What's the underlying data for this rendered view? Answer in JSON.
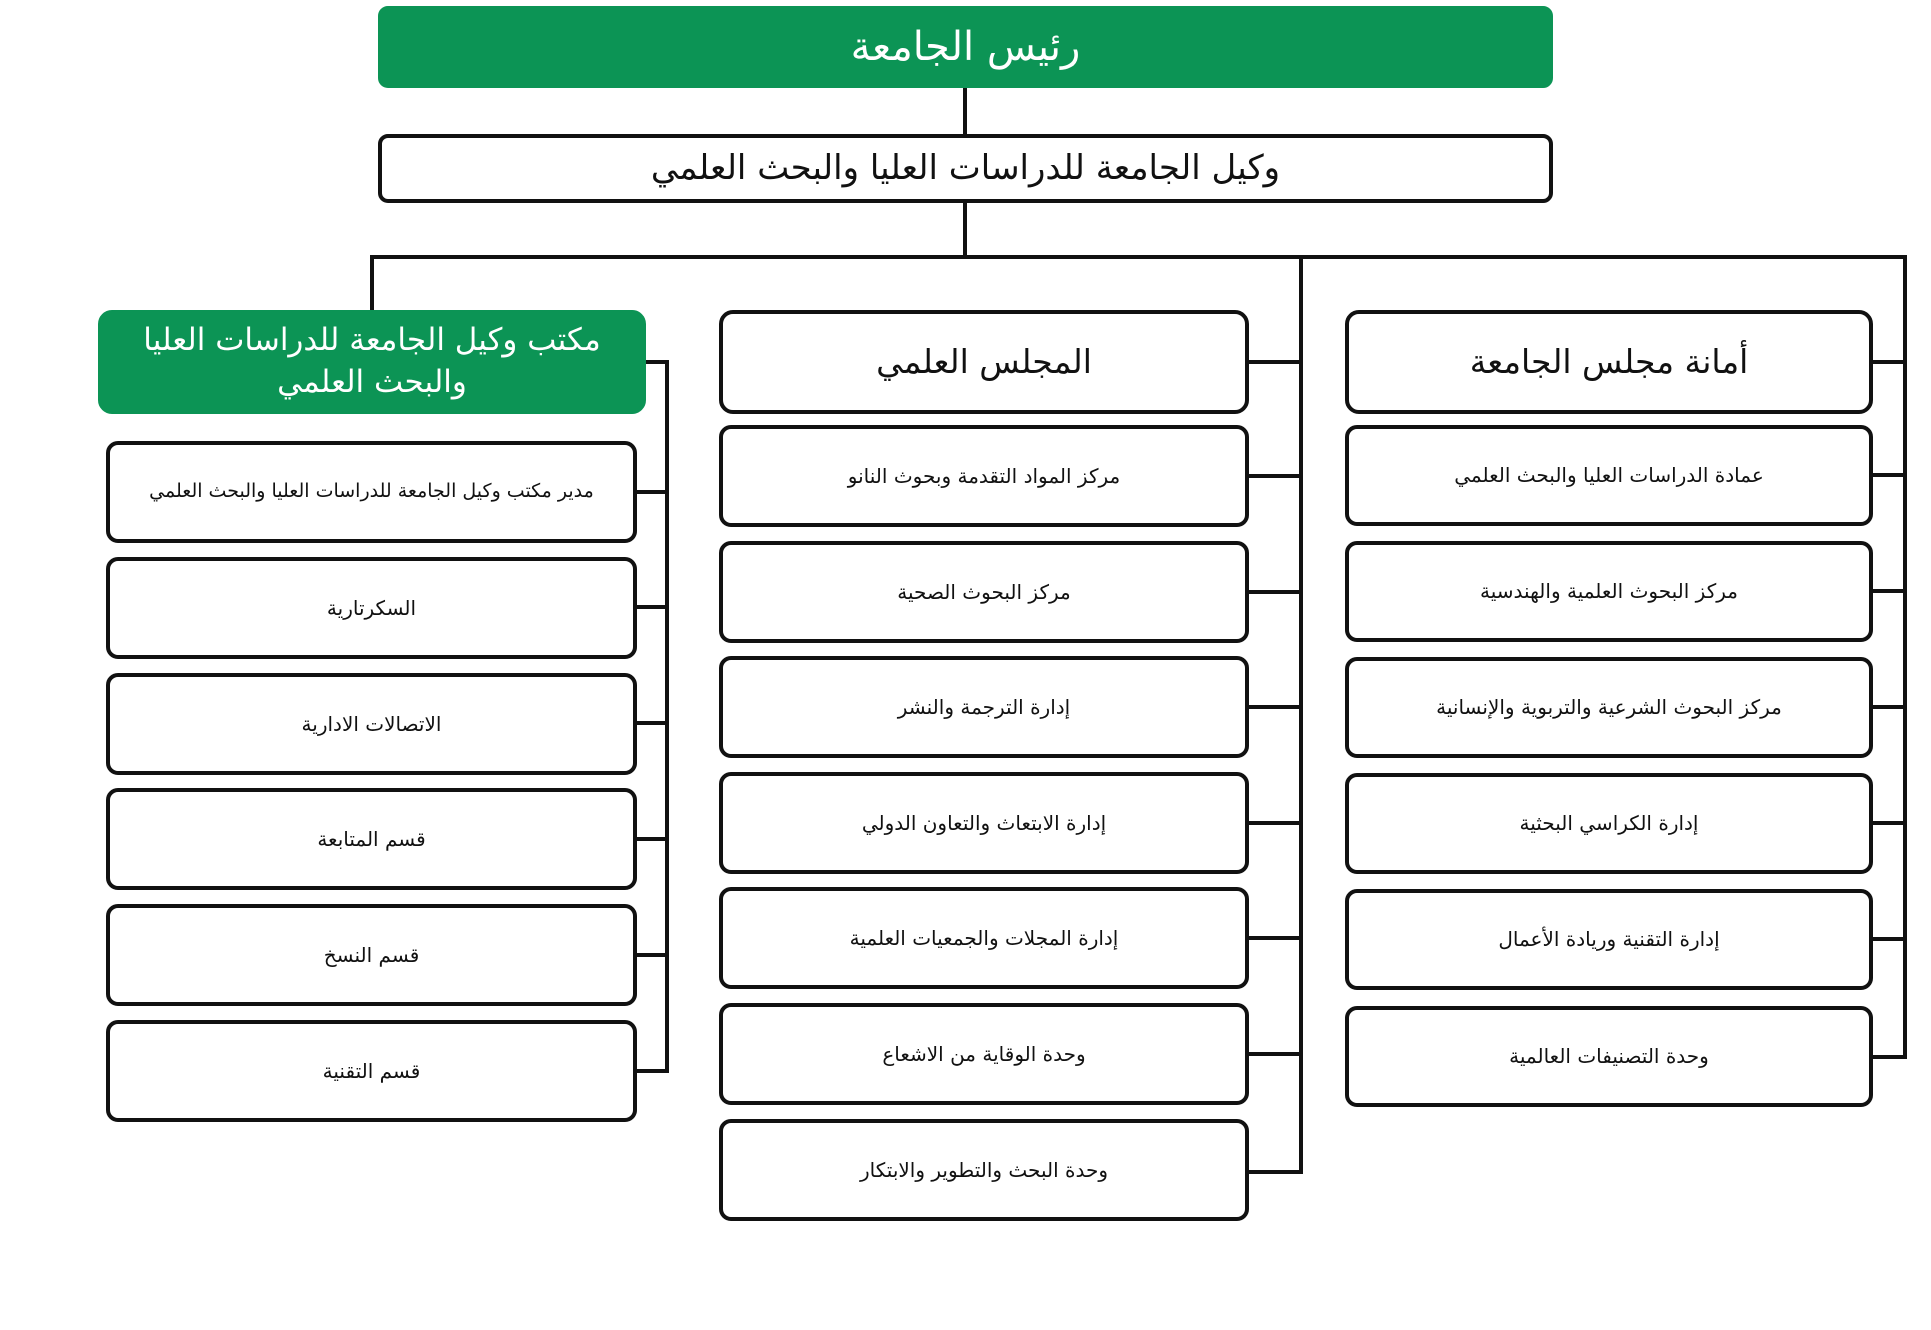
{
  "president": "رئيس الجامعة",
  "vice_president": "وكيل الجامعة للدراسات العليا والبحث العلمي",
  "columns": [
    {
      "title": "أمانة مجلس الجامعة",
      "items": [
        "عمادة الدراسات العليا والبحث العلمي",
        "مركز البحوث العلمية والهندسية",
        "مركز البحوث الشرعية والتربوية والإنسانية",
        "إدارة الكراسي البحثية",
        "إدارة التقنية وريادة الأعمال",
        "وحدة التصنيفات العالمية"
      ]
    },
    {
      "title": "المجلس العلمي",
      "items": [
        "مركز المواد التقدمة وبحوث النانو",
        "مركز البحوث الصحية",
        "إدارة الترجمة والنشر",
        "إدارة الابتعاث والتعاون الدولي",
        "إدارة المجلات والجمعيات العلمية",
        "وحدة الوقاية من الاشعاع",
        "وحدة البحث والتطوير والابتكار"
      ]
    },
    {
      "title": "مكتب وكيل الجامعة للدراسات العليا والبحث العلمي",
      "items": [
        "مدير مكتب وكيل الجامعة للدراسات العليا والبحث العلمي",
        "السكرتارية",
        "الاتصالات الادارية",
        "قسم المتابعة",
        "قسم النسخ",
        "قسم التقنية"
      ]
    }
  ],
  "colors": {
    "accent": "#0c9455",
    "line": "#111111",
    "background": "#ffffff"
  }
}
